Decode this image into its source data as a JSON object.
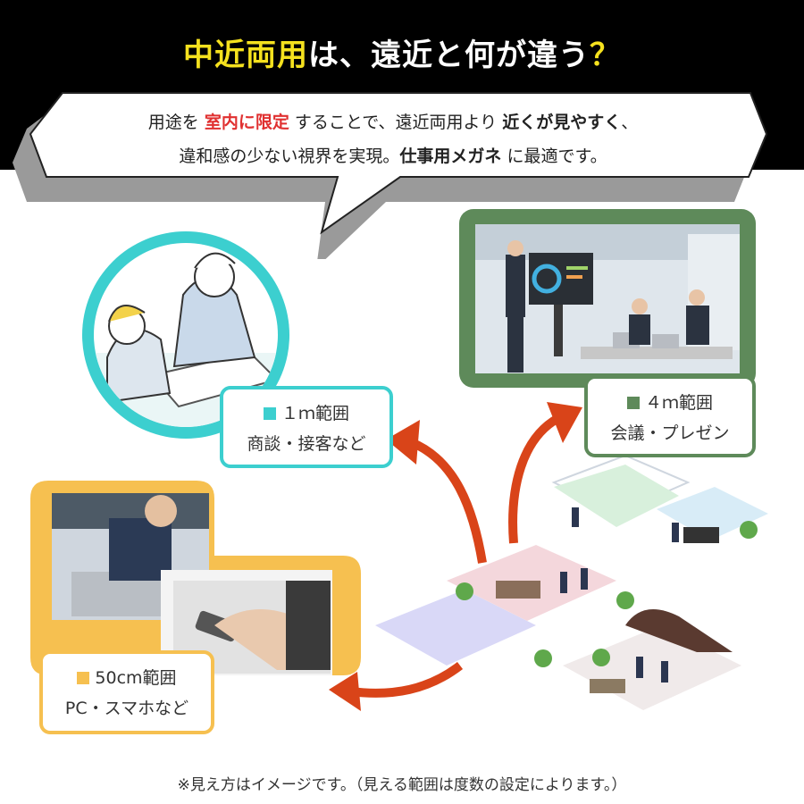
{
  "header": {
    "title_part1": "中近両用",
    "title_part2": "は、遠近と何が違う",
    "title_part3": "？",
    "title_highlight_color": "#f5e11e",
    "background_color": "#000000"
  },
  "bubble": {
    "line1_a": "用途を ",
    "line1_red": "室内に限定",
    "line1_b": " することで、遠近両用より ",
    "line1_bold": "近くが見やすく",
    "line1_c": "、",
    "line2_a": "違和感の少ない視界を実現。",
    "line2_bold": "仕事用メガネ",
    "line2_b": " に最適です。",
    "accent_color": "#e03030"
  },
  "ranges": {
    "r1m": {
      "title": "１ｍ範囲",
      "desc": "商談・接客など",
      "color": "#3ccfcf"
    },
    "r4m": {
      "title": "４ｍ範囲",
      "desc": "会議・プレゼン",
      "color": "#5e8a5a"
    },
    "r50": {
      "title": "50cm範囲",
      "desc": "PC・スマホなど",
      "color": "#f6c050"
    }
  },
  "arrow_color": "#d94419",
  "footnote": "※見え方はイメージです。（見える範囲は度数の設定によります。）"
}
